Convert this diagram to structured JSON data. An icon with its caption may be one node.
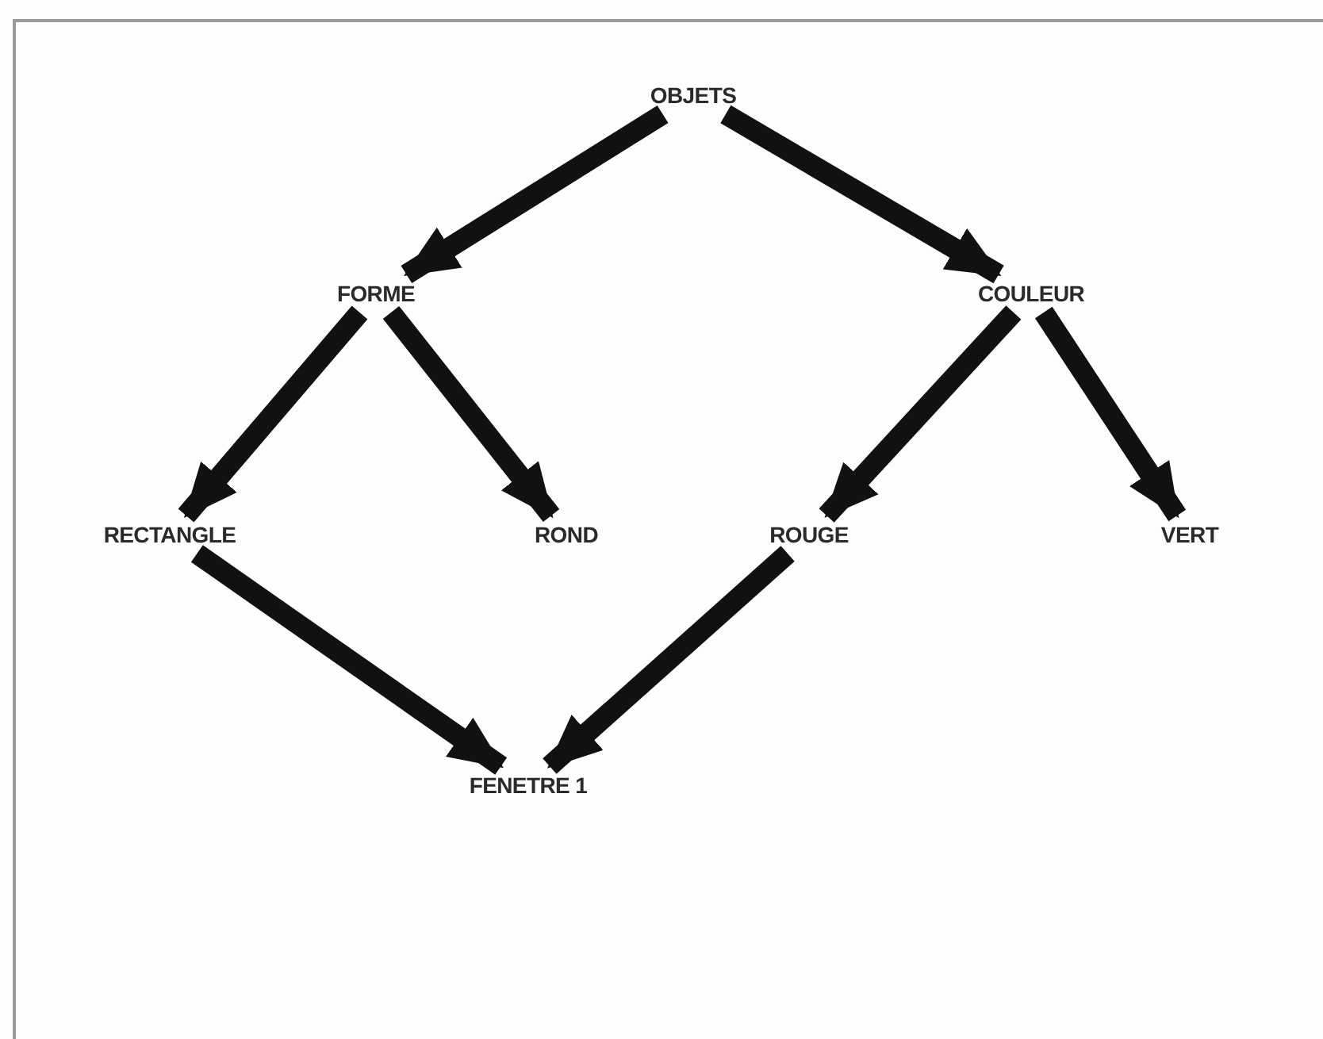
{
  "diagram": {
    "nodes": [
      {
        "text": [
          "OBJETS"
        ]
      },
      {
        "text": [
          "FORME"
        ]
      },
      {
        "text": [
          "COULEUR"
        ]
      },
      {
        "text": [
          "RECTANGLE"
        ]
      },
      {
        "text": [
          "ROND"
        ]
      },
      {
        "text": [
          "ROUGE"
        ]
      },
      {
        "text": [
          "VERT"
        ]
      },
      {
        "text": [
          "FENETRE 1"
        ]
      }
    ],
    "edges": [
      {
        "from": 0,
        "to": 1,
        "arrow": "to"
      },
      {
        "from": 0,
        "to": 2,
        "arrow": "to"
      },
      {
        "from": 1,
        "to": 3,
        "arrow": "to"
      },
      {
        "from": 1,
        "to": 4,
        "arrow": "to"
      },
      {
        "from": 2,
        "to": 5,
        "arrow": "to"
      },
      {
        "from": 2,
        "to": 6,
        "arrow": "to"
      },
      {
        "from": 3,
        "to": 7,
        "arrow": "to"
      },
      {
        "from": 5,
        "to": 7,
        "arrow": "to"
      }
    ]
  }
}
